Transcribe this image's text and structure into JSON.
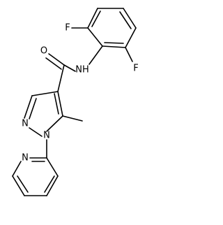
{
  "structure": {
    "atoms": {
      "f_top": "F",
      "f_bottom": "F",
      "nh": "NH",
      "o": "O",
      "n_pyrazole_2": "N",
      "n_pyrazole_1": "N",
      "n_pyridine": "N"
    }
  },
  "colors": {
    "bond": "#000000",
    "label": "#000000",
    "background": "#ffffff"
  }
}
